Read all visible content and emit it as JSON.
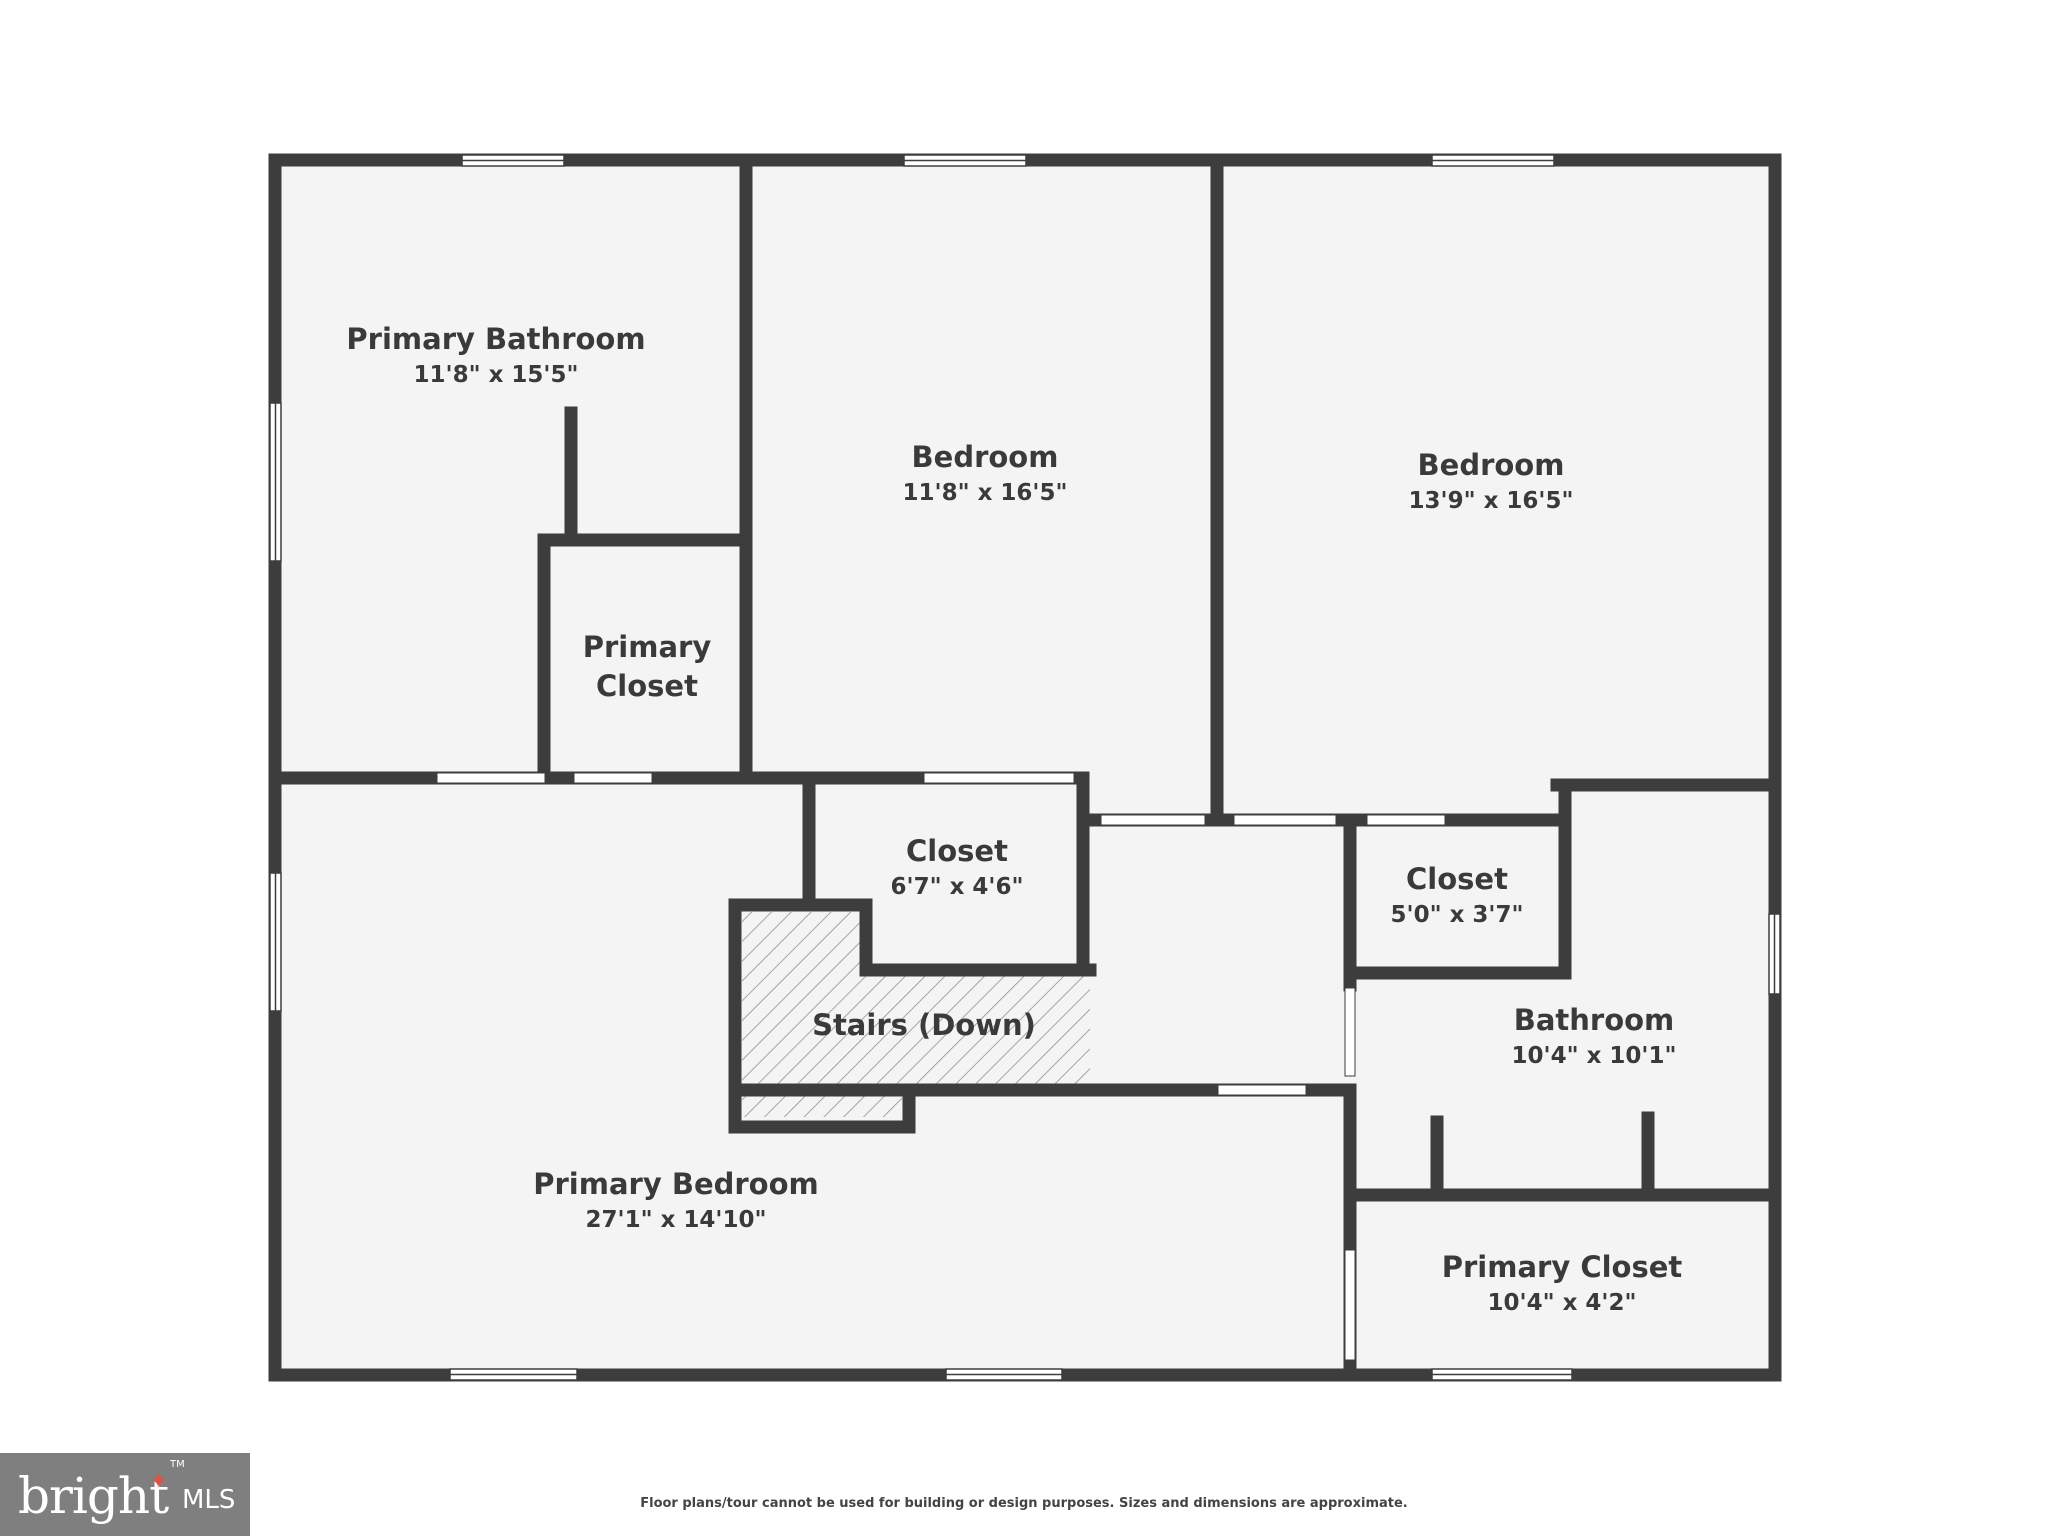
{
  "rooms": [
    {
      "name": "Primary Bathroom",
      "dims": "11'8\" x 15'5\""
    },
    {
      "name": "Bedroom",
      "dims": "11'8\" x 16'5\""
    },
    {
      "name": "Bedroom",
      "dims": "13'9\" x 16'5\""
    },
    {
      "name_line1": "Primary",
      "name_line2": "Closet"
    },
    {
      "name": "Closet",
      "dims": "6'7\" x 4'6\""
    },
    {
      "name": "Closet",
      "dims": "5'0\" x 3'7\""
    },
    {
      "name": "Stairs (Down)"
    },
    {
      "name": "Bathroom",
      "dims": "10'4\" x 10'1\""
    },
    {
      "name": "Primary Bedroom",
      "dims": "27'1\" x 14'10\""
    },
    {
      "name": "Primary Closet",
      "dims": "10'4\" x 4'2\""
    }
  ],
  "footer": {
    "disclaimer": "Floor plans/tour cannot be used for building or design purposes. Sizes and dimensions are approximate."
  },
  "branding": {
    "logo_text": "bright",
    "logo_suffix": "MLS",
    "trademark": "TM"
  },
  "colors": {
    "wall": "#3d3d3d",
    "floor": "#f4f4f4",
    "text": "#3a3a3a",
    "brand_bg": "#7f7f7f",
    "brand_accent": "#e0523f"
  }
}
